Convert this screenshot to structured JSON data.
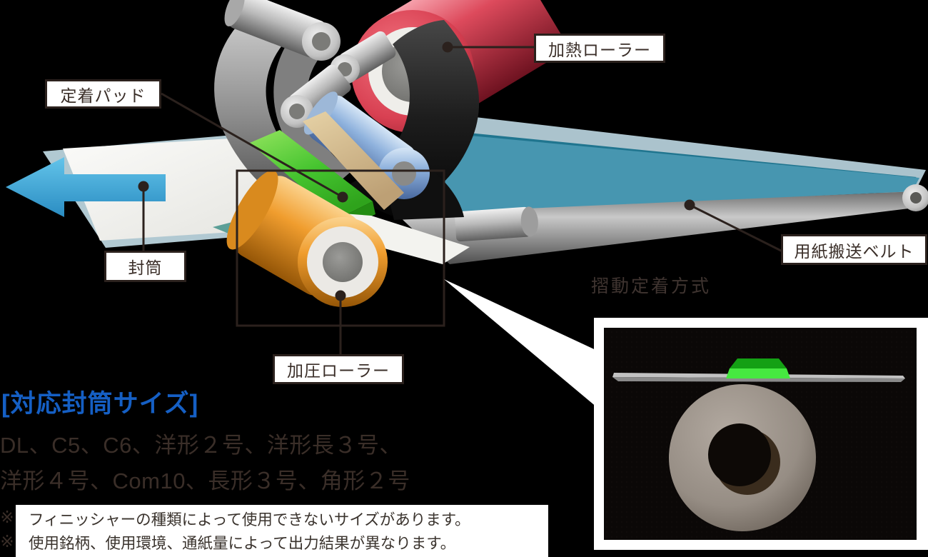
{
  "diagram": {
    "labels": {
      "heating_roller": "加熱ローラー",
      "fusing_pad": "定着パッド",
      "envelope": "封筒",
      "paper_transport_belt": "用紙搬送ベルト",
      "pressure_roller": "加圧ローラー"
    },
    "inset_caption": "摺動定着方式",
    "icons": {
      "exit_arrow": "left-arrow-icon"
    }
  },
  "envelope_sizes": {
    "heading": "[対応封筒サイズ]",
    "lines": [
      "DL、C5、C6、洋形２号、洋形長３号、",
      "洋形４号、Com10、長形３号、角形２号"
    ]
  },
  "notes": {
    "marker": "※",
    "items": [
      "フィニッシャーの種類によって使用できないサイズがあります。",
      "使用銘柄、使用環境、通紙量によって出力結果が異なります。"
    ]
  },
  "colors": {
    "background": "#000000",
    "heading_blue": "#155fc4",
    "callout_line": "#2b211d",
    "label_text": "#3a2e28",
    "heating_roller_red": "#d84858",
    "pressure_roller_orange": "#f0a030",
    "fusing_pad_green": "#44c62e",
    "fusing_belt_black": "#1d1d1d",
    "transport_belt_teal": "#4796b0",
    "arrow_blue": "#38a5d8"
  }
}
